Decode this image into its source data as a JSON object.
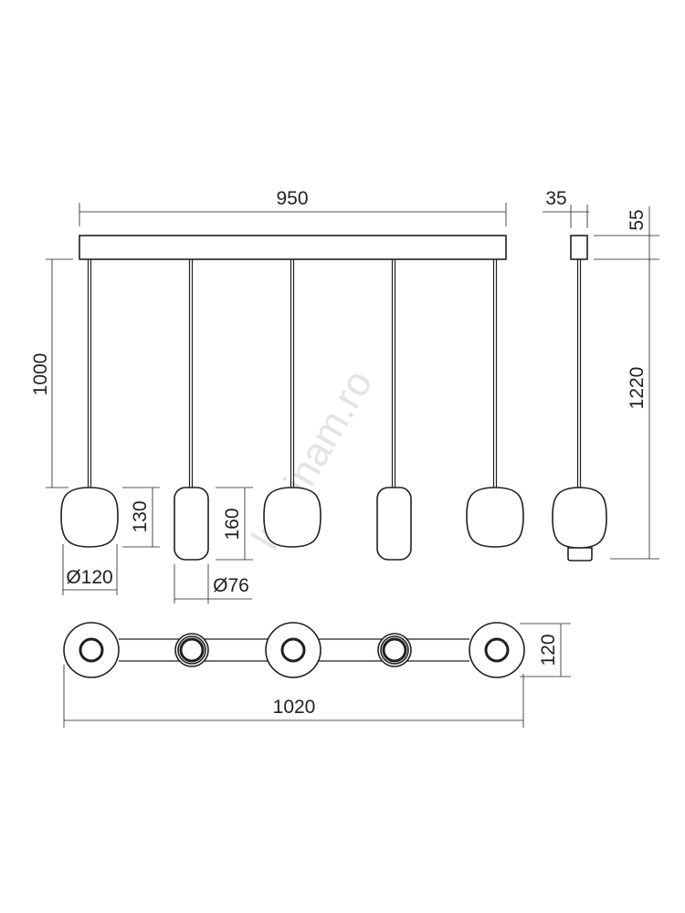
{
  "watermark": "luminam.ro",
  "dimensions": {
    "bar_length": "950",
    "canopy_width": "35",
    "canopy_height": "55",
    "total_height": "1220",
    "cable_length": "1000",
    "round_shade_height": "130",
    "round_shade_diameter": "Ø120",
    "cylinder_shade_height": "160",
    "cylinder_shade_diameter": "Ø76",
    "top_view_length": "1020",
    "top_view_depth": "120"
  }
}
